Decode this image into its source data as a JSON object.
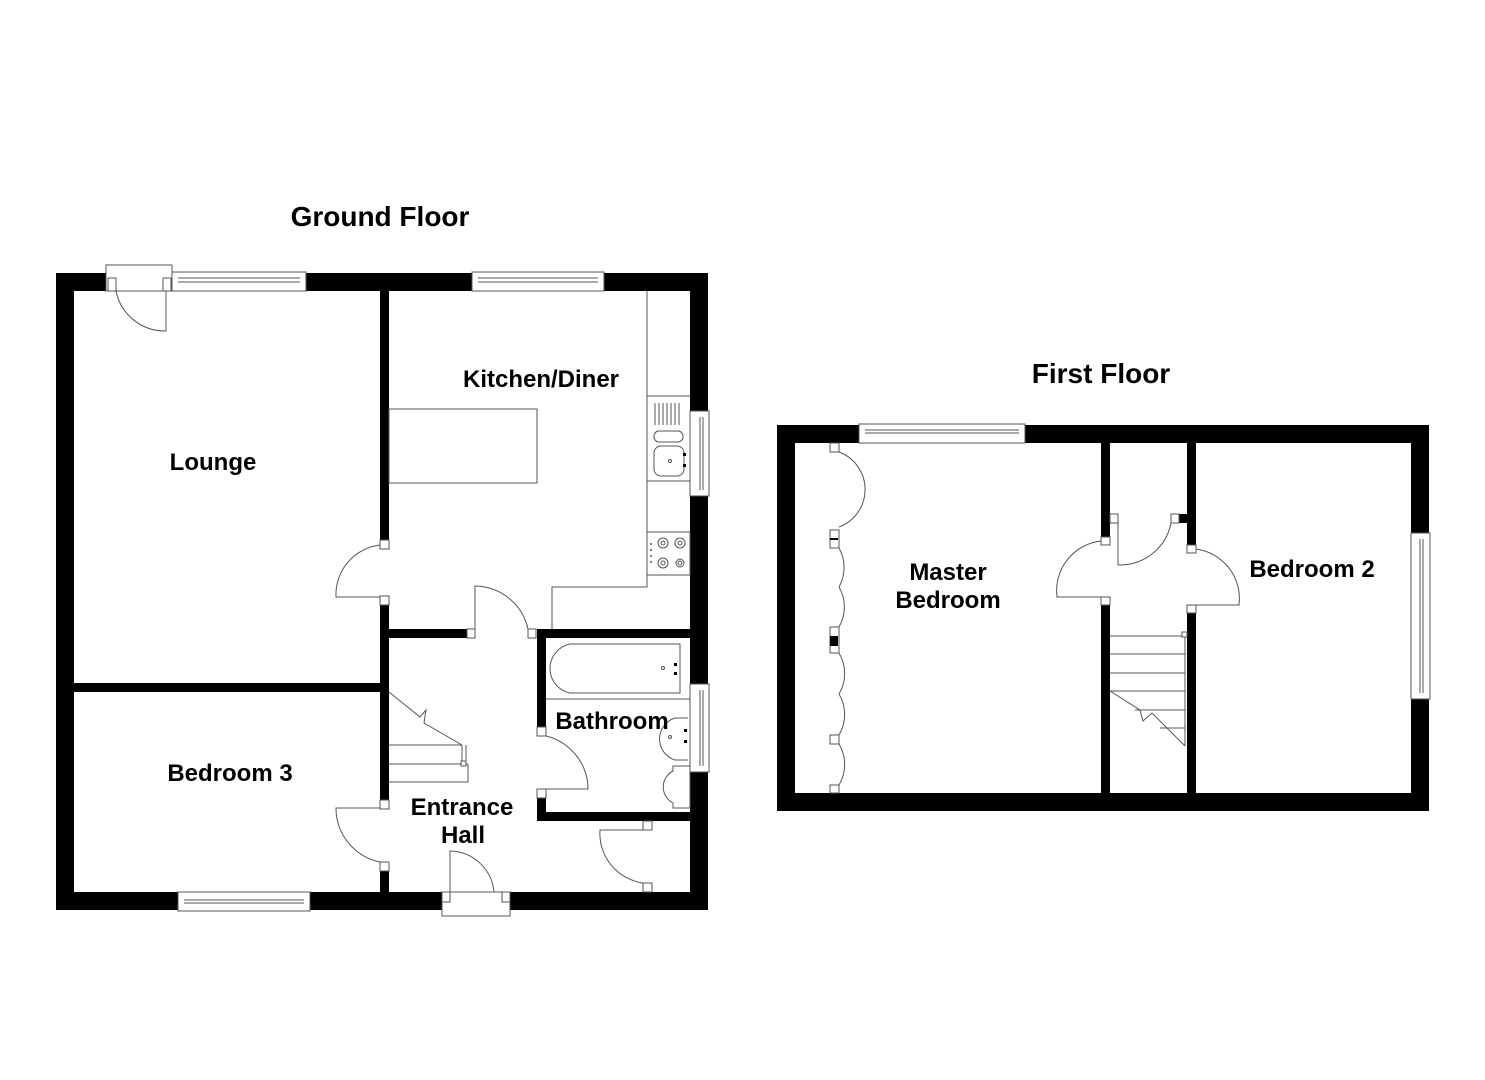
{
  "ground_floor": {
    "title": "Ground Floor",
    "rooms": [
      {
        "name": "Lounge"
      },
      {
        "name": "Kitchen/Diner"
      },
      {
        "name": "Bedroom 3"
      },
      {
        "name": "Entrance Hall",
        "lines": [
          "Entrance",
          "Hall"
        ]
      },
      {
        "name": "Bathroom"
      }
    ]
  },
  "first_floor": {
    "title": "First Floor",
    "rooms": [
      {
        "name": "Master Bedroom",
        "lines": [
          "Master",
          "Bedroom"
        ]
      },
      {
        "name": "Bedroom 2"
      }
    ]
  },
  "colors": {
    "wall": "#000000",
    "fixture_line": "#555555",
    "background": "#ffffff"
  }
}
